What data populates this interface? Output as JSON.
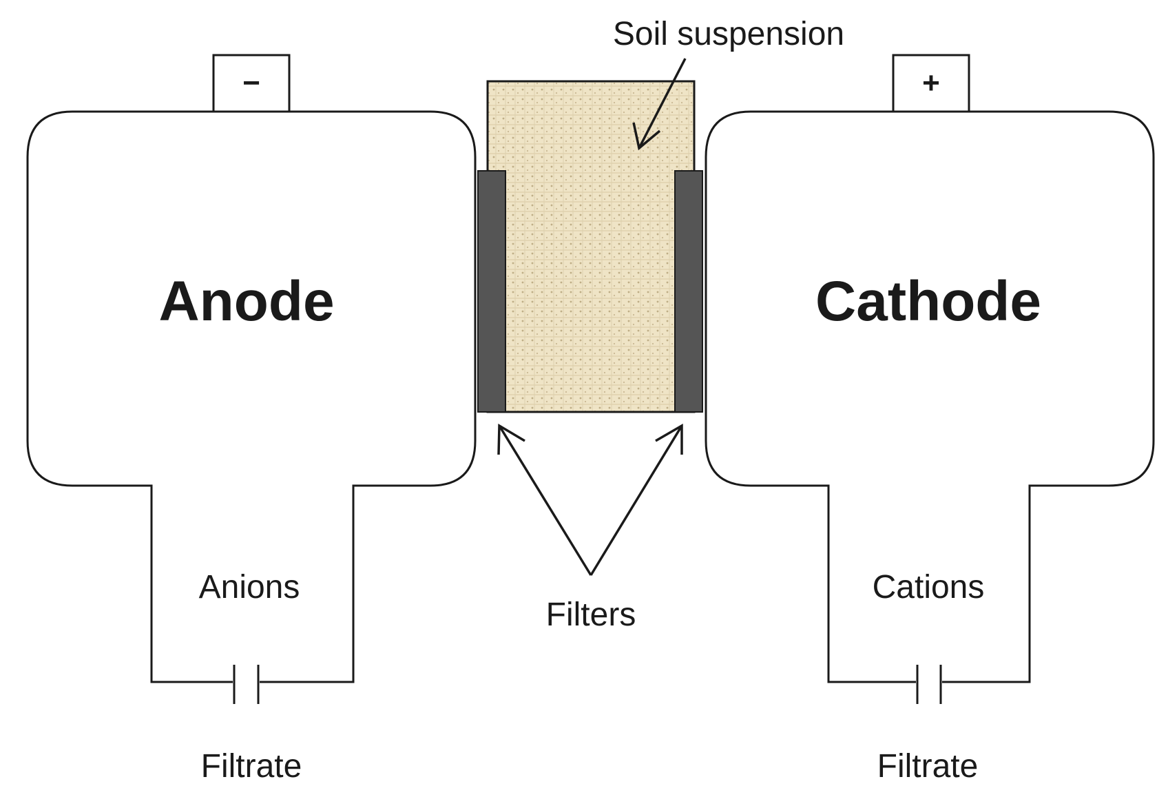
{
  "diagram": {
    "anode": {
      "label": "Anode",
      "terminal": "−",
      "ion_label": "Anions",
      "outlet_label": "Filtrate"
    },
    "cathode": {
      "label": "Cathode",
      "terminal": "+",
      "ion_label": "Cations",
      "outlet_label": "Filtrate"
    },
    "center": {
      "suspension_label": "Soil suspension",
      "filters_label": "Filters"
    },
    "colors": {
      "soil": "#efe4c6",
      "soil_dots": "#bfae86",
      "filter": "#555555",
      "line": "#1a1a1a"
    }
  }
}
